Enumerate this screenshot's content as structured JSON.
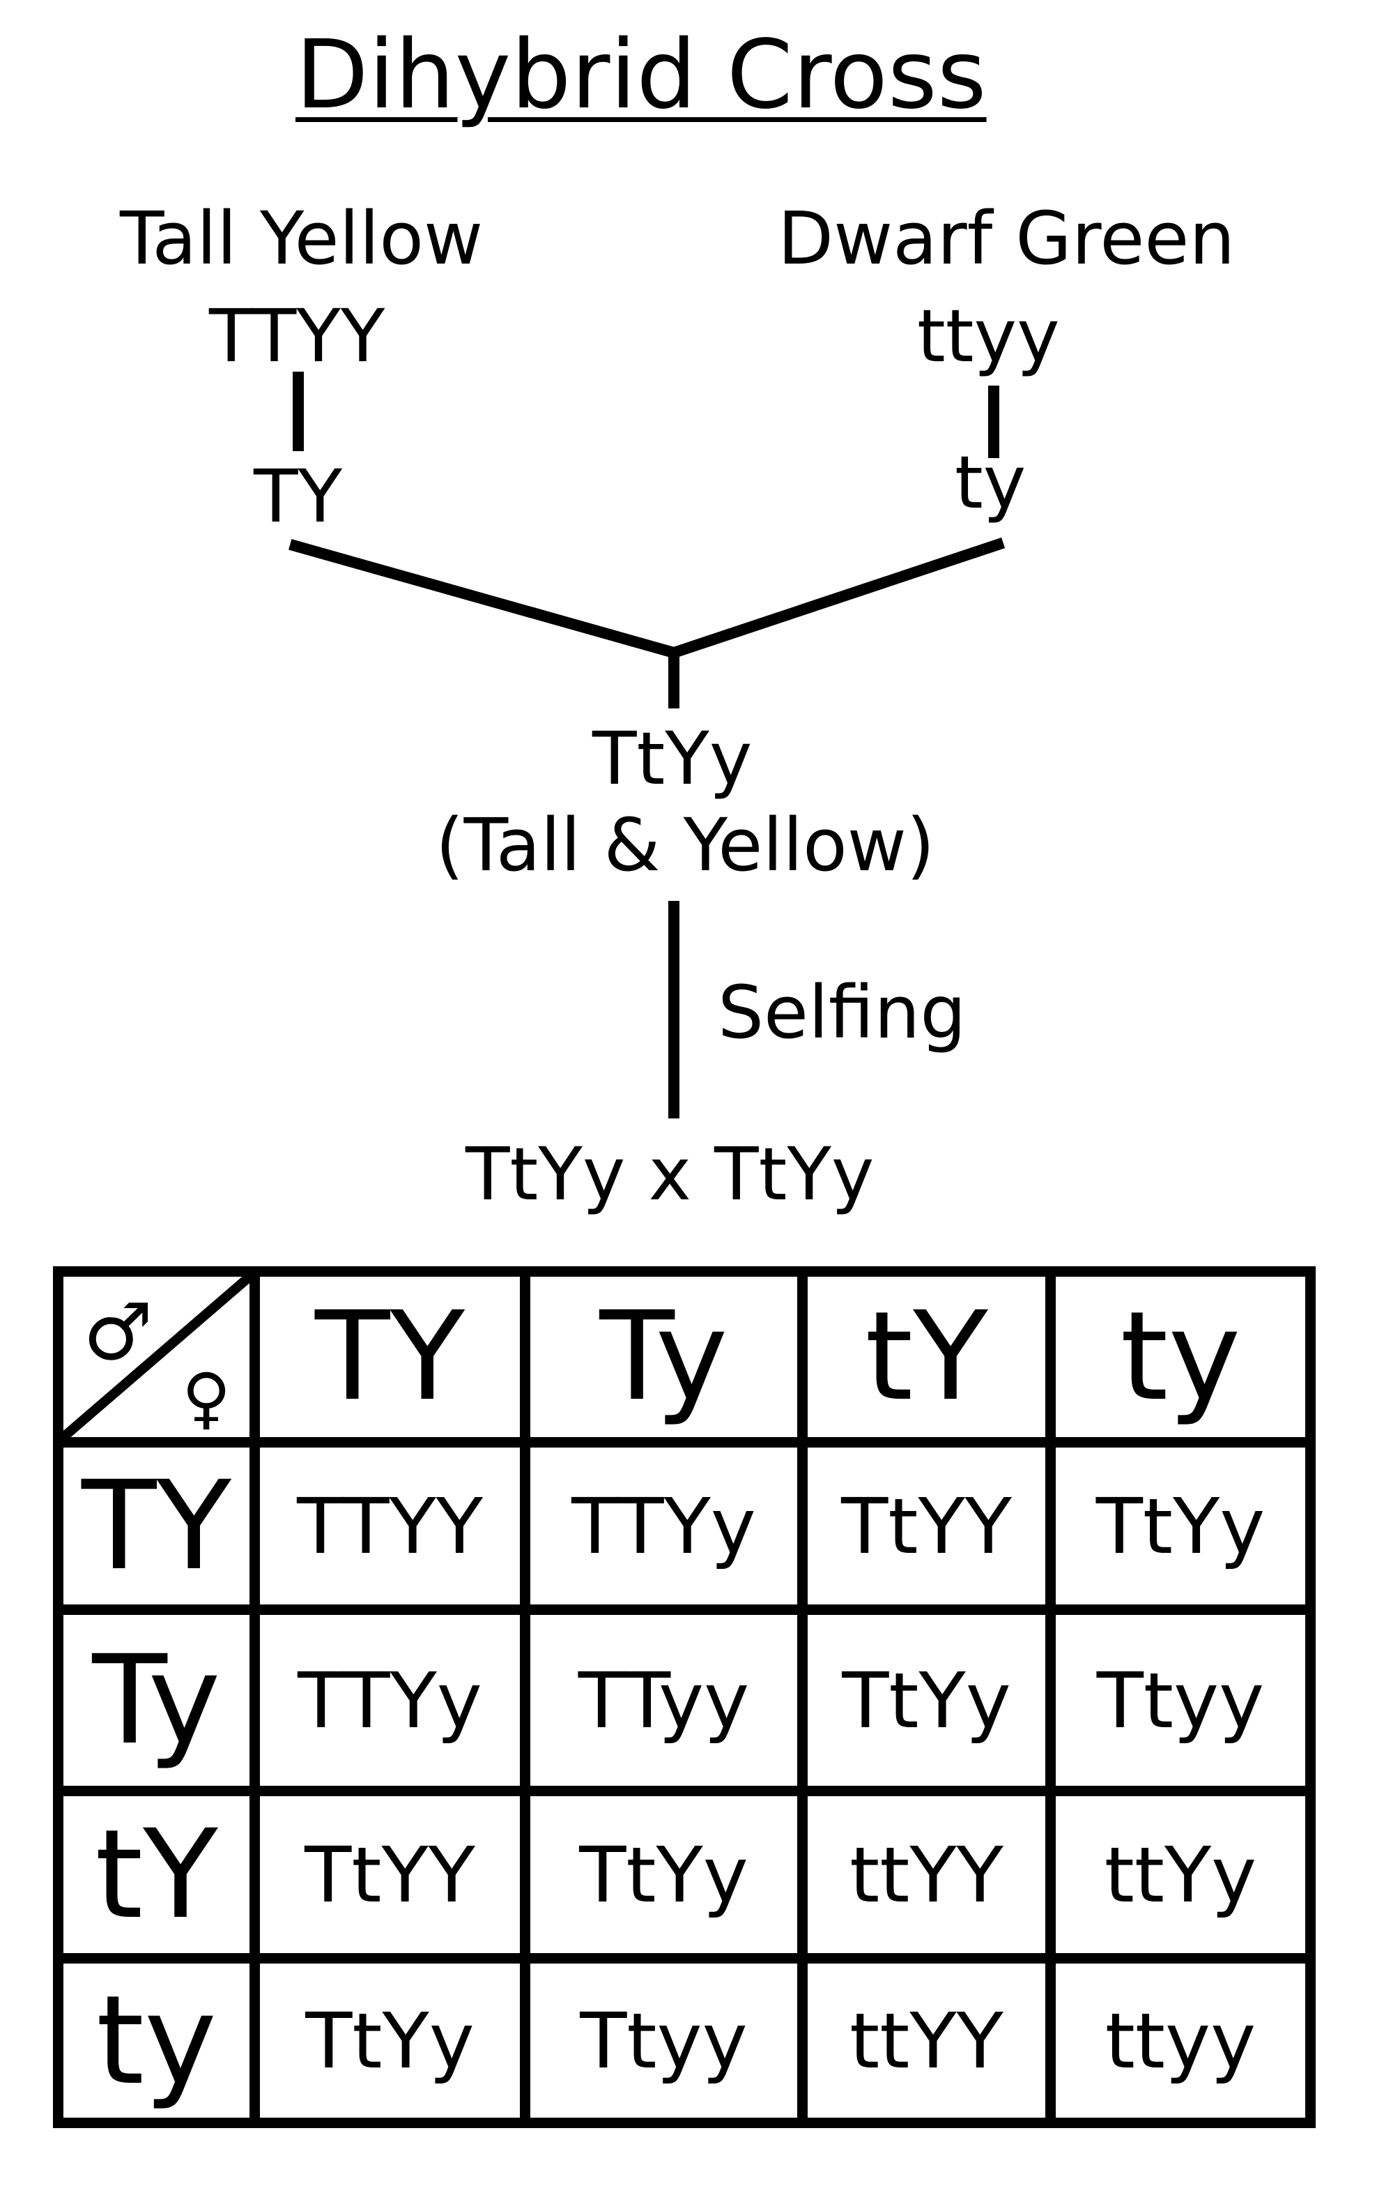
{
  "title": "Dihybrid Cross",
  "parents": {
    "left": {
      "phenotype": "Tall Yellow",
      "genotype": "TTYY",
      "gamete": "TY"
    },
    "right": {
      "phenotype": "Dwarf Green",
      "genotype": "ttyy",
      "gamete": "ty"
    }
  },
  "f1": {
    "genotype": "TtYy",
    "phenotype": "(Tall & Yellow)",
    "process": "Selfing",
    "cross": "TtYy x TtYy"
  },
  "punnett": {
    "male_symbol": "♂",
    "female_symbol": "♀",
    "column_gametes": [
      "TY",
      "Ty",
      "tY",
      "ty"
    ],
    "row_gametes": [
      "TY",
      "Ty",
      "tY",
      "ty"
    ],
    "rows": [
      [
        "TTYY",
        "TTYy",
        "TtYY",
        "TtYy"
      ],
      [
        "TTYy",
        "TTyy",
        "TtYy",
        "Ttyy"
      ],
      [
        "TtYY",
        "TtYy",
        "ttYY",
        "ttYy"
      ],
      [
        "TtYy",
        "Ttyy",
        "ttYY",
        "ttyy"
      ]
    ]
  }
}
